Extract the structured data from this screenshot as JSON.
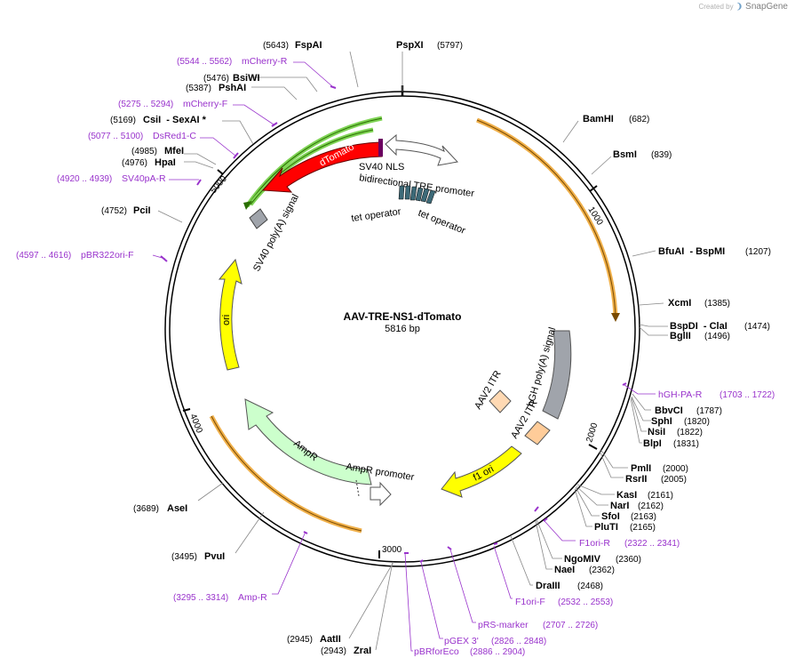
{
  "app": {
    "created_by": "Created by",
    "brand_name": "SnapGene"
  },
  "plasmid": {
    "name": "AAV-TRE-NS1-dTomato",
    "length_label": "5816 bp"
  },
  "ticks": [
    "1000",
    "2000",
    "3000",
    "4000",
    "5000"
  ],
  "sites": [
    {
      "name": "PspXI",
      "pos": "(5797)"
    },
    {
      "name": "FspAI",
      "pos": "(5643)"
    },
    {
      "name": "BsiWI",
      "pos": "(5476)"
    },
    {
      "name": "PshAI",
      "pos": "(5387)"
    },
    {
      "name": "CsiI  - SexAI *",
      "pos": "(5169)"
    },
    {
      "name": "MfeI",
      "pos": "(4985)"
    },
    {
      "name": "HpaI",
      "pos": "(4976)"
    },
    {
      "name": "PciI",
      "pos": "(4752)"
    },
    {
      "name": "BamHI",
      "pos": "(682)"
    },
    {
      "name": "BsmI",
      "pos": "(839)"
    },
    {
      "name": "BfuAI  - BspMI",
      "pos": "(1207)"
    },
    {
      "name": "XcmI",
      "pos": "(1385)"
    },
    {
      "name": "BspDI  - ClaI",
      "pos": "(1474)"
    },
    {
      "name": "BglII",
      "pos": "(1496)"
    },
    {
      "name": "BbvCI",
      "pos": "(1787)"
    },
    {
      "name": "SphI",
      "pos": "(1820)"
    },
    {
      "name": "NsiI",
      "pos": "(1822)"
    },
    {
      "name": "BlpI",
      "pos": "(1831)"
    },
    {
      "name": "PmlI",
      "pos": "(2000)"
    },
    {
      "name": "RsrII",
      "pos": "(2005)"
    },
    {
      "name": "KasI",
      "pos": "(2161)"
    },
    {
      "name": "NarI",
      "pos": "(2162)"
    },
    {
      "name": "SfoI",
      "pos": "(2163)"
    },
    {
      "name": "PluTI",
      "pos": "(2165)"
    },
    {
      "name": "NgoMIV",
      "pos": "(2360)"
    },
    {
      "name": "NaeI",
      "pos": "(2362)"
    },
    {
      "name": "DraIII",
      "pos": "(2468)"
    },
    {
      "name": "AseI",
      "pos": "(3689)"
    },
    {
      "name": "PvuI",
      "pos": "(3495)"
    },
    {
      "name": "AatII",
      "pos": "(2945)"
    },
    {
      "name": "ZraI",
      "pos": "(2943)"
    }
  ],
  "primers": [
    {
      "name": "mCherry-R",
      "range": "(5544 .. 5562)"
    },
    {
      "name": "mCherry-F",
      "range": "(5275 .. 5294)"
    },
    {
      "name": "DsRed1-C",
      "range": "(5077 .. 5100)"
    },
    {
      "name": "SV40pA-R",
      "range": "(4920 .. 4939)"
    },
    {
      "name": "pBR322ori-F",
      "range": "(4597 .. 4616)"
    },
    {
      "name": "hGH-PA-R",
      "range": "(1703 .. 1722)"
    },
    {
      "name": "F1ori-R",
      "range": "(2322 .. 2341)"
    },
    {
      "name": "F1ori-F",
      "range": "(2532 .. 2553)"
    },
    {
      "name": "pRS-marker",
      "range": "(2707 .. 2726)"
    },
    {
      "name": "pGEX 3'",
      "range": "(2826 .. 2848)"
    },
    {
      "name": "pBRforEco",
      "range": "(2886 .. 2904)"
    },
    {
      "name": "Amp-R",
      "range": "(3295 .. 3314)"
    }
  ],
  "features": [
    {
      "name": "dTomato",
      "color": "#ff0000"
    },
    {
      "name": "SV40 NLS",
      "color": "#ffffff"
    },
    {
      "name": "bidirectional TRE promoter",
      "color": "#ffffff"
    },
    {
      "name": "tet operator",
      "color": "#3d6a78"
    },
    {
      "name": "tet operator",
      "color": "#3d6a78"
    },
    {
      "name": "SV40 poly(A) signal",
      "color": "#a0a4ab"
    },
    {
      "name": "ori",
      "color": "#ffff00"
    },
    {
      "name": "AmpR",
      "color": "#ccffcc"
    },
    {
      "name": "AmpR promoter",
      "color": "#ffffff"
    },
    {
      "name": "f1 ori",
      "color": "#ffff00"
    },
    {
      "name": "AAV2 ITR",
      "color": "#ffd9b3"
    },
    {
      "name": "AAV2 ITR",
      "color": "#ffcc99"
    },
    {
      "name": "hGH poly(A) signal",
      "color": "#a0a4ab"
    }
  ]
}
